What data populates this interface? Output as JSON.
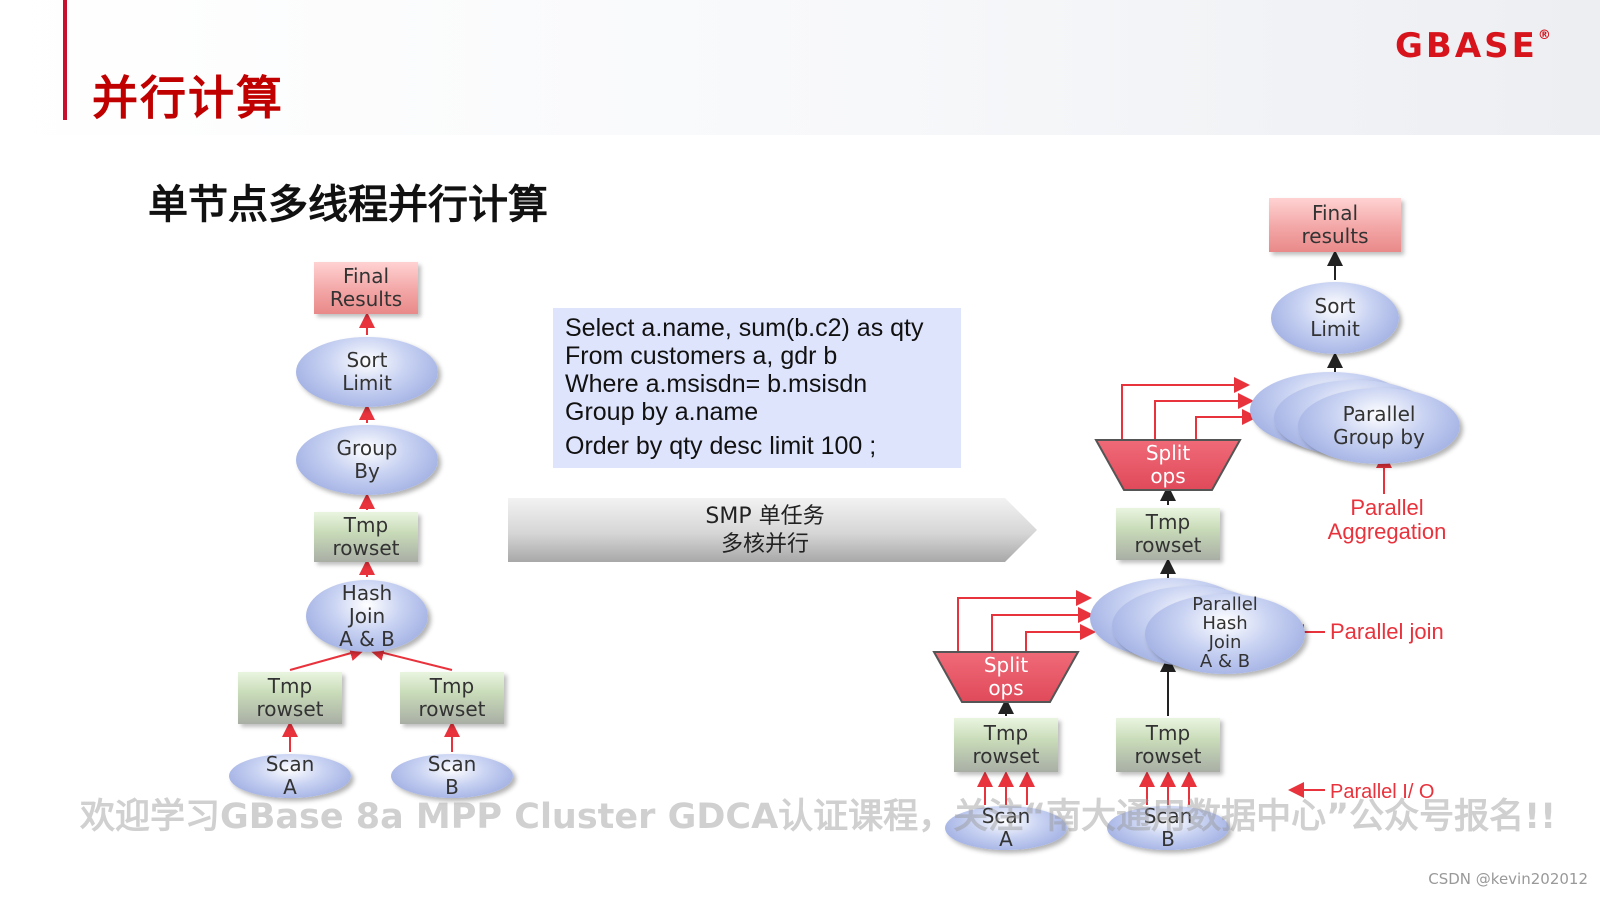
{
  "header": {
    "title": "并行计算",
    "logo": "GBASE",
    "logo_mark": "®"
  },
  "subtitle": "单节点多线程并行计算",
  "sql": {
    "lines": [
      "Select  a.name, sum(b.c2) as qty",
      "From customers a,  gdr b",
      "Where  a.msisdn= b.msisdn",
      "Group  by a.name",
      "Order by qty desc limit 100 ;"
    ]
  },
  "smp": {
    "line1": "SMP 单任务",
    "line2": "多核并行"
  },
  "left": {
    "final": [
      "Final",
      "Results"
    ],
    "sort": [
      "Sort",
      "Limit"
    ],
    "group": [
      "Group",
      "By"
    ],
    "tmp_top": [
      "Tmp",
      "rowset"
    ],
    "hash": [
      "Hash",
      "Join",
      "A & B"
    ],
    "tmp_left": [
      "Tmp",
      "rowset"
    ],
    "tmp_right": [
      "Tmp",
      "rowset"
    ],
    "scan_a": [
      "Scan",
      "A"
    ],
    "scan_b": [
      "Scan",
      "B"
    ]
  },
  "right": {
    "final": [
      "Final",
      "results"
    ],
    "sort": [
      "Sort",
      "Limit"
    ],
    "pgroup": [
      "Parallel",
      "Group  by"
    ],
    "split_top": [
      "Split",
      "ops"
    ],
    "tmp_mid": [
      "Tmp",
      "rowset"
    ],
    "phash": [
      "Parallel",
      "Hash",
      "Join",
      "A  &  B"
    ],
    "split_bottom": [
      "Split",
      "ops"
    ],
    "tmp_left": [
      "Tmp",
      "rowset"
    ],
    "tmp_right": [
      "Tmp",
      "rowset"
    ],
    "scan_a": [
      "Scan",
      "A"
    ],
    "scan_b": [
      "Scan",
      "B"
    ]
  },
  "labels": {
    "parallel_aggregation": [
      "Parallel",
      "Aggregation"
    ],
    "parallel_join": "Parallel  join",
    "parallel_io": "Parallel  I/ O"
  },
  "watermark": "欢迎学习GBase 8a MPP Cluster GDCA认证课程，关注“南大通用数据中心”公众号报名!!",
  "credit": "CSDN @kevin202012",
  "colors": {
    "title_red": "#c00000",
    "accent_red": "#e8323c",
    "sql_bg": "#dfe4fd"
  }
}
